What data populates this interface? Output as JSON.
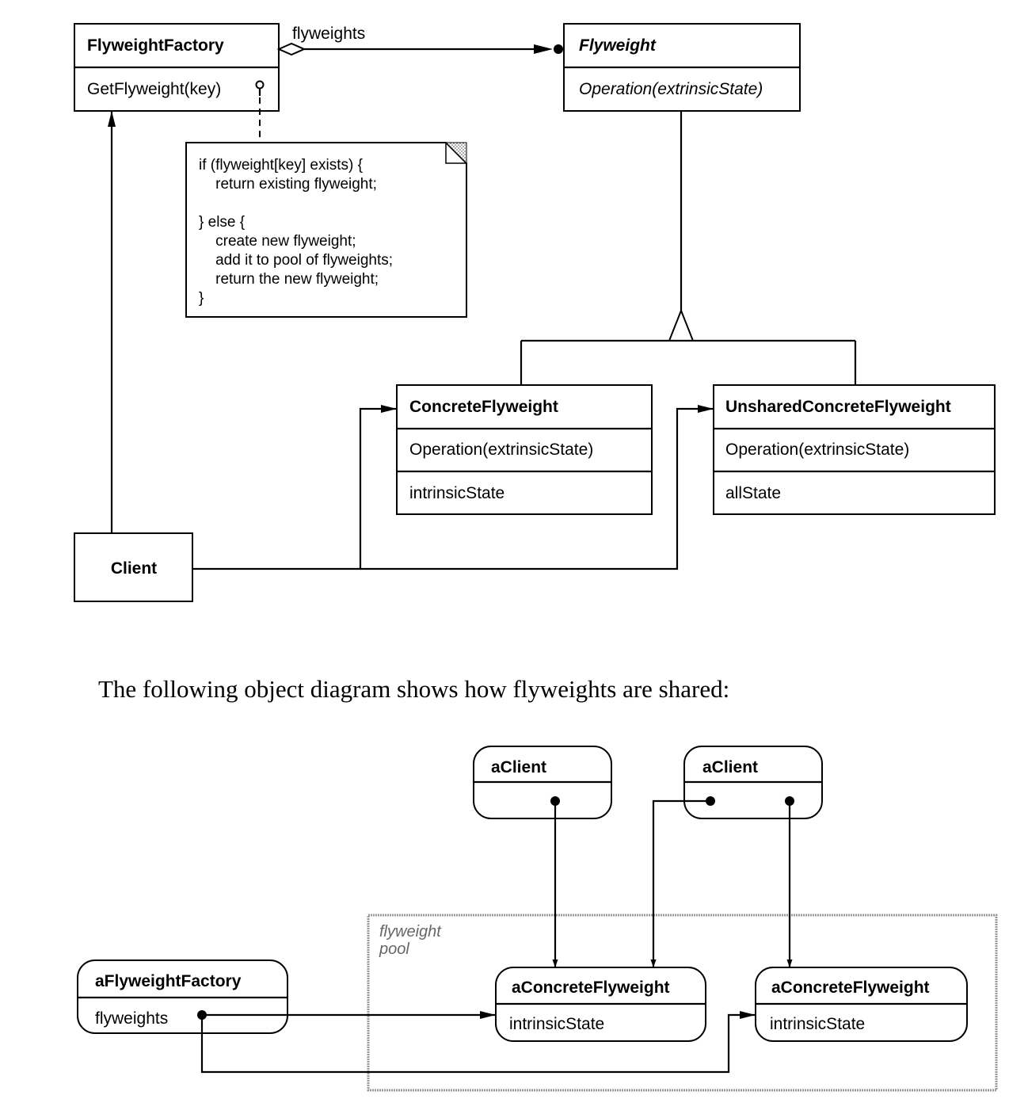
{
  "class_diagram": {
    "flyweight_factory": {
      "name": "FlyweightFactory",
      "operation": "GetFlyweight(key)"
    },
    "flyweight": {
      "name": "Flyweight",
      "operation": "Operation(extrinsicState)"
    },
    "aggregation_label": "flyweights",
    "note_lines": [
      "if (flyweight[key] exists) {",
      "    return existing flyweight;",
      "",
      "} else {",
      "    create new flyweight;",
      "    add it to pool of flyweights;",
      "    return the new flyweight;",
      "}"
    ],
    "concrete_flyweight": {
      "name": "ConcreteFlyweight",
      "operation": "Operation(extrinsicState)",
      "attribute": "intrinsicState"
    },
    "unshared_concrete_flyweight": {
      "name": "UnsharedConcreteFlyweight",
      "operation": "Operation(extrinsicState)",
      "attribute": "allState"
    },
    "client": {
      "name": "Client"
    }
  },
  "caption": "The following object diagram shows how flyweights are shared:",
  "object_diagram": {
    "client_1": {
      "name": "aClient"
    },
    "client_2": {
      "name": "aClient"
    },
    "pool_label_line1": "flyweight",
    "pool_label_line2": "pool",
    "factory": {
      "name": "aFlyweightFactory",
      "field": "flyweights"
    },
    "concrete_1": {
      "name": "aConcreteFlyweight",
      "field": "intrinsicState"
    },
    "concrete_2": {
      "name": "aConcreteFlyweight",
      "field": "intrinsicState"
    }
  }
}
